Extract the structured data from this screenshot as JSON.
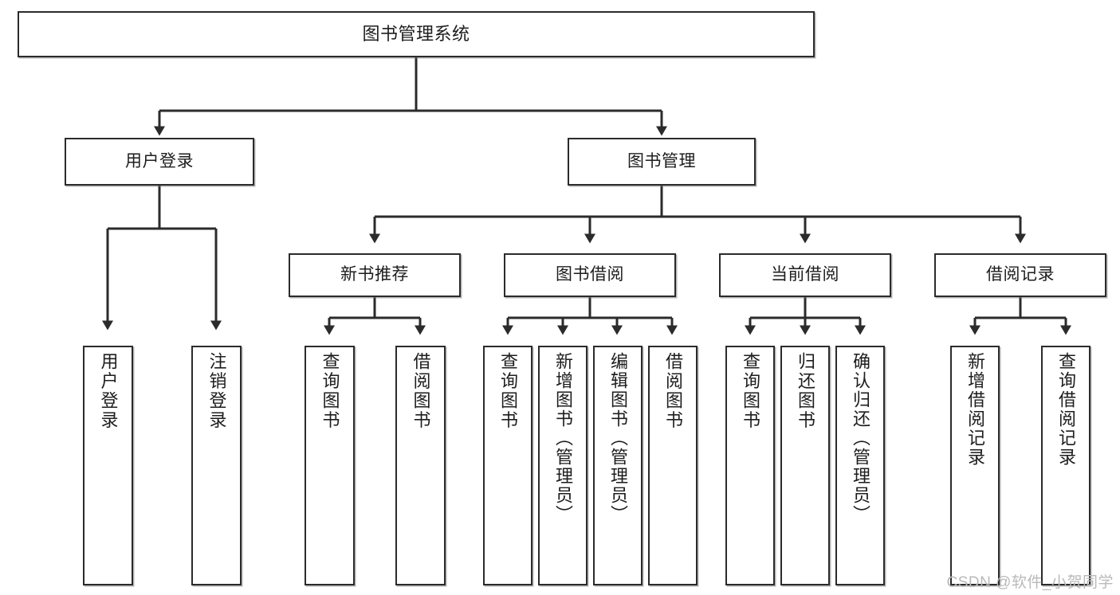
{
  "diagram": {
    "title": "图书管理系统",
    "type": "tree-hierarchy-chart",
    "stroke_color": "#2b2b2b",
    "fill_color": "#ffffff",
    "text_color": "#1d1d1d"
  },
  "nodes": {
    "root": {
      "label": "图书管理系统"
    },
    "level1": [
      {
        "label": "用户登录"
      },
      {
        "label": "图书管理"
      }
    ],
    "level2": [
      {
        "label": "新书推荐"
      },
      {
        "label": "图书借阅"
      },
      {
        "label": "当前借阅"
      },
      {
        "label": "借阅记录"
      }
    ],
    "leaves": {
      "user_login": [
        {
          "label": "用户登录"
        },
        {
          "label": "注销登录"
        }
      ],
      "new_book": [
        {
          "label": "查询图书"
        },
        {
          "label": "借阅图书"
        }
      ],
      "book_borrow": [
        {
          "label": "查询图书"
        },
        {
          "label": "新增图书（管理员）"
        },
        {
          "label": "编辑图书（管理员）"
        },
        {
          "label": "借阅图书"
        }
      ],
      "current_borrow": [
        {
          "label": "查询图书"
        },
        {
          "label": "归还图书"
        },
        {
          "label": "确认归还（管理员）"
        }
      ],
      "borrow_record": [
        {
          "label": "新增借阅记录"
        },
        {
          "label": "查询借阅记录"
        }
      ]
    }
  },
  "watermark": {
    "text": "CSDN @软件_小贺同学"
  }
}
